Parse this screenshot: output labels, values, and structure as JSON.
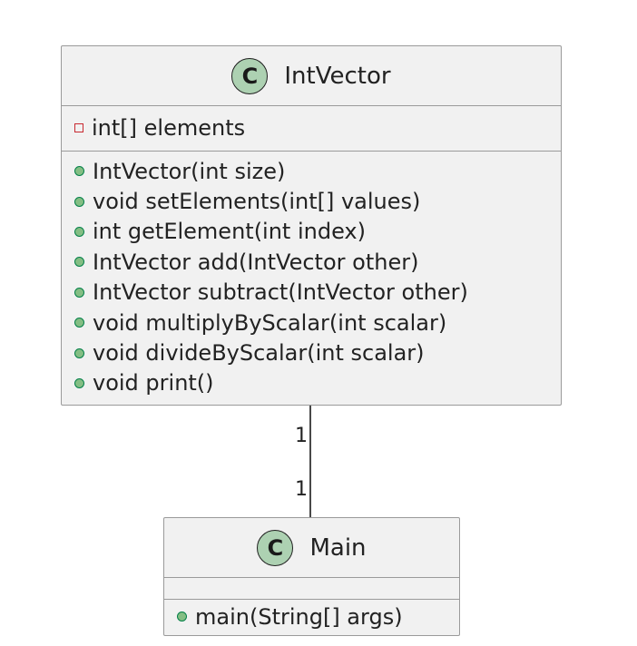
{
  "classes": {
    "intvector": {
      "stereotype": "C",
      "name": "IntVector",
      "fields": [
        {
          "visibility": "private",
          "text": "int[] elements"
        }
      ],
      "methods": [
        {
          "visibility": "public",
          "text": "IntVector(int size)"
        },
        {
          "visibility": "public",
          "text": "void setElements(int[] values)"
        },
        {
          "visibility": "public",
          "text": "int getElement(int index)"
        },
        {
          "visibility": "public",
          "text": "IntVector add(IntVector other)"
        },
        {
          "visibility": "public",
          "text": "IntVector subtract(IntVector other)"
        },
        {
          "visibility": "public",
          "text": "void multiplyByScalar(int scalar)"
        },
        {
          "visibility": "public",
          "text": "void divideByScalar(int scalar)"
        },
        {
          "visibility": "public",
          "text": "void print()"
        }
      ]
    },
    "main": {
      "stereotype": "C",
      "name": "Main",
      "fields": [],
      "methods": [
        {
          "visibility": "public",
          "text": "main(String[] args)"
        }
      ]
    }
  },
  "association": {
    "from_multiplicity": "1",
    "to_multiplicity": "1"
  },
  "colors": {
    "box_fill": "#f1f1f1",
    "box_border": "#9a9a9a",
    "stereotype_circle": "#add1b2",
    "private_marker": "#c82930",
    "public_marker_fill": "#84be84",
    "public_marker_border": "#038048"
  }
}
